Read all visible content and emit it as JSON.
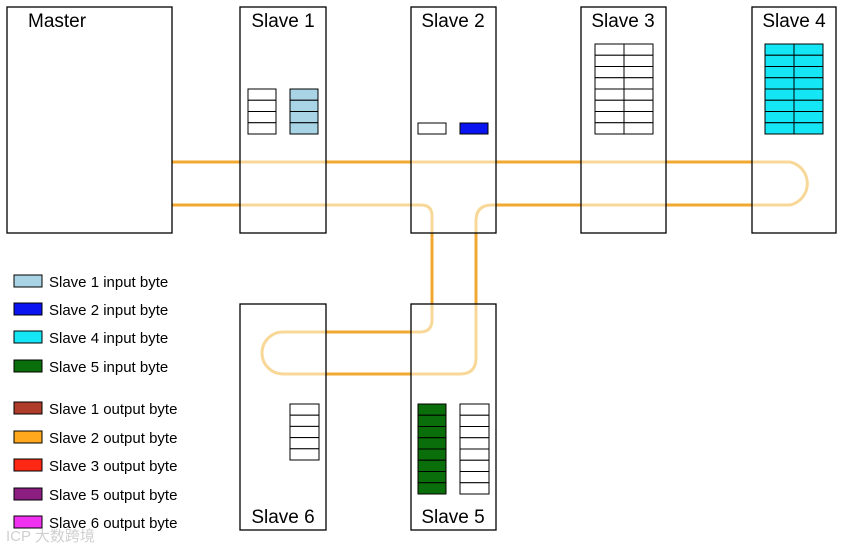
{
  "nodes": {
    "master": {
      "title": "Master"
    },
    "slave1": {
      "title": "Slave 1"
    },
    "slave2": {
      "title": "Slave 2"
    },
    "slave3": {
      "title": "Slave 3"
    },
    "slave4": {
      "title": "Slave 4"
    },
    "slave5": {
      "title": "Slave 5"
    },
    "slave6": {
      "title": "Slave 6"
    }
  },
  "legend": [
    {
      "label": "Slave 1 input byte",
      "color": "#a8d4e6"
    },
    {
      "label": "Slave 2 input byte",
      "color": "#0a14f0"
    },
    {
      "label": "Slave 4 input byte",
      "color": "#14e6f5"
    },
    {
      "label": "Slave 5 input byte",
      "color": "#0a6e0a"
    },
    {
      "label": "Slave 1 output byte",
      "color": "#b03c2c"
    },
    {
      "label": "Slave 2 output byte",
      "color": "#ffa81e"
    },
    {
      "label": "Slave 3 output byte",
      "color": "#ff2814"
    },
    {
      "label": "Slave 5 output byte",
      "color": "#8c1e82"
    },
    {
      "label": "Slave 6 output byte",
      "color": "#f032f0"
    }
  ],
  "colors": {
    "bus_forward": "#f0a830",
    "bus_return": "#f8d898",
    "empty_byte": "#ffffff",
    "border": "#000000"
  },
  "byte_blocks": {
    "slave1_left": {
      "bytes": 4,
      "fill": "#ffffff"
    },
    "slave1_right": {
      "bytes": 4,
      "fill": "#a8d4e6"
    },
    "slave2_left": {
      "bytes": 1,
      "fill": "#ffffff"
    },
    "slave2_right": {
      "bytes": 1,
      "fill": "#0a14f0"
    },
    "slave3": {
      "bytes": 16,
      "fill": "#ffffff"
    },
    "slave4": {
      "bytes": 16,
      "fill": "#14e6f5"
    },
    "slave5_left": {
      "bytes": 8,
      "fill": "#0a6e0a"
    },
    "slave5_right": {
      "bytes": 8,
      "fill": "#ffffff"
    },
    "slave6": {
      "bytes": 5,
      "fill": "#ffffff"
    }
  },
  "watermark": "ICP 大数跨境"
}
